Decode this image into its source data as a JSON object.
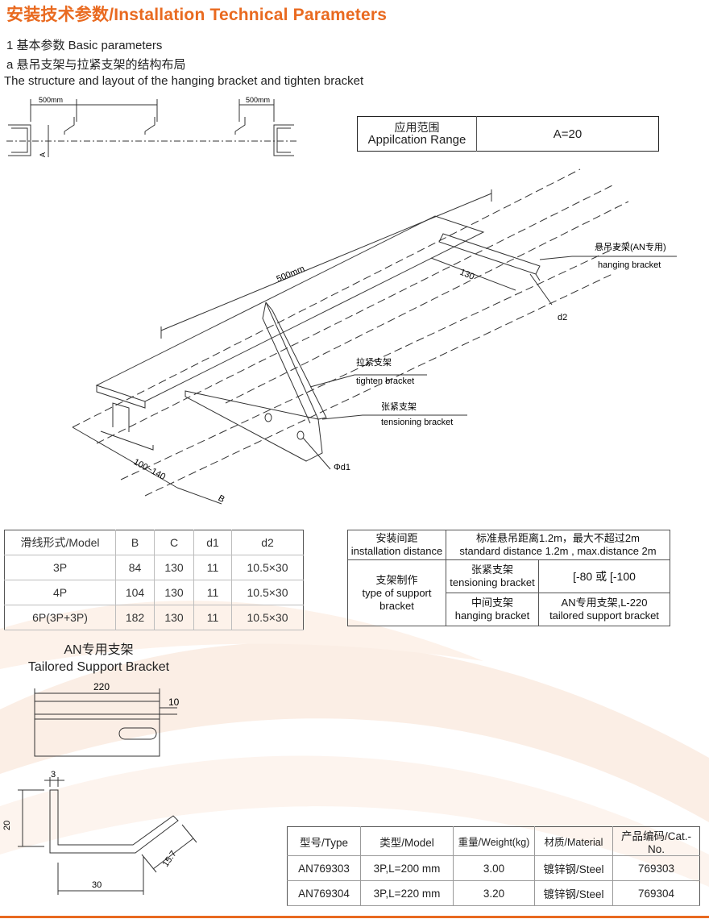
{
  "header": {
    "title": "安装技术参数/Installation Technical Parameters"
  },
  "intro": {
    "basic_params": "1 基本参数   Basic parameters",
    "structure_cn": "a 悬吊支架与拉紧支架的结构布局",
    "structure_en": "The structure and layout of the hanging bracket and tighten bracket"
  },
  "top_diagram": {
    "dim_left": "500mm",
    "dim_right": "500mm",
    "dim_a": "A"
  },
  "range_box": {
    "label_cn": "应用范围",
    "label_en": "Appilcation Range",
    "value": "A=20"
  },
  "iso_diagram": {
    "dim_500": "500mm",
    "dim_130": "130",
    "dim_100_140": "100~140",
    "dim_b": "B",
    "hanging_cn": "悬吊支架(AN专用)",
    "hanging_en": "hanging bracket",
    "d2": "d2",
    "tighten_cn": "拉紧支架",
    "tighten_en": "tighten bracket",
    "tension_cn": "张紧支架",
    "tension_en": "tensioning bracket",
    "d1": "Φd1"
  },
  "model_table": {
    "headers": [
      "滑线形式/Model",
      "B",
      "C",
      "d1",
      "d2"
    ],
    "rows": [
      [
        "3P",
        "84",
        "130",
        "11",
        "10.5×30"
      ],
      [
        "4P",
        "104",
        "130",
        "11",
        "10.5×30"
      ],
      [
        "6P(3P+3P)",
        "182",
        "130",
        "11",
        "10.5×30"
      ]
    ]
  },
  "install_table": {
    "distance_cn": "安装间距",
    "distance_en": "installation distance",
    "distance_value_cn": "标准悬吊距离1.2m，最大不超过2m",
    "distance_value_en": "standard distance 1.2m , max.distance 2m",
    "support_cn": "支架制作",
    "support_en1": "type of support",
    "support_en2": "bracket",
    "tension_cn": "张紧支架",
    "tension_en": "tensioning bracket",
    "tension_value": "[-80 或 [-100",
    "middle_cn": "中间支架",
    "middle_en": "hanging bracket",
    "middle_value_cn": "AN专用支架,L-220",
    "middle_value_en": "tailored support bracket"
  },
  "bracket_section": {
    "title_cn": "AN专用支架",
    "title_en": "Tailored Support Bracket",
    "dim_220": "220",
    "dim_10": "10",
    "dim_3": "3",
    "dim_20": "20",
    "dim_157": "15.7",
    "dim_30": "30"
  },
  "type_table": {
    "headers": [
      "型号/Type",
      "类型/Model",
      "重量/Weight(kg)",
      "材质/Material",
      "产品编码/Cat.-No."
    ],
    "rows": [
      [
        "AN769303",
        "3P,L=200 mm",
        "3.00",
        "镀锌钢/Steel",
        "769303"
      ],
      [
        "AN769304",
        "3P,L=220 mm",
        "3.20",
        "镀锌钢/Steel",
        "769304"
      ]
    ]
  },
  "colors": {
    "title": "#e96a20",
    "footer": "#e96a20",
    "swoosh": "#f7e3d6"
  }
}
